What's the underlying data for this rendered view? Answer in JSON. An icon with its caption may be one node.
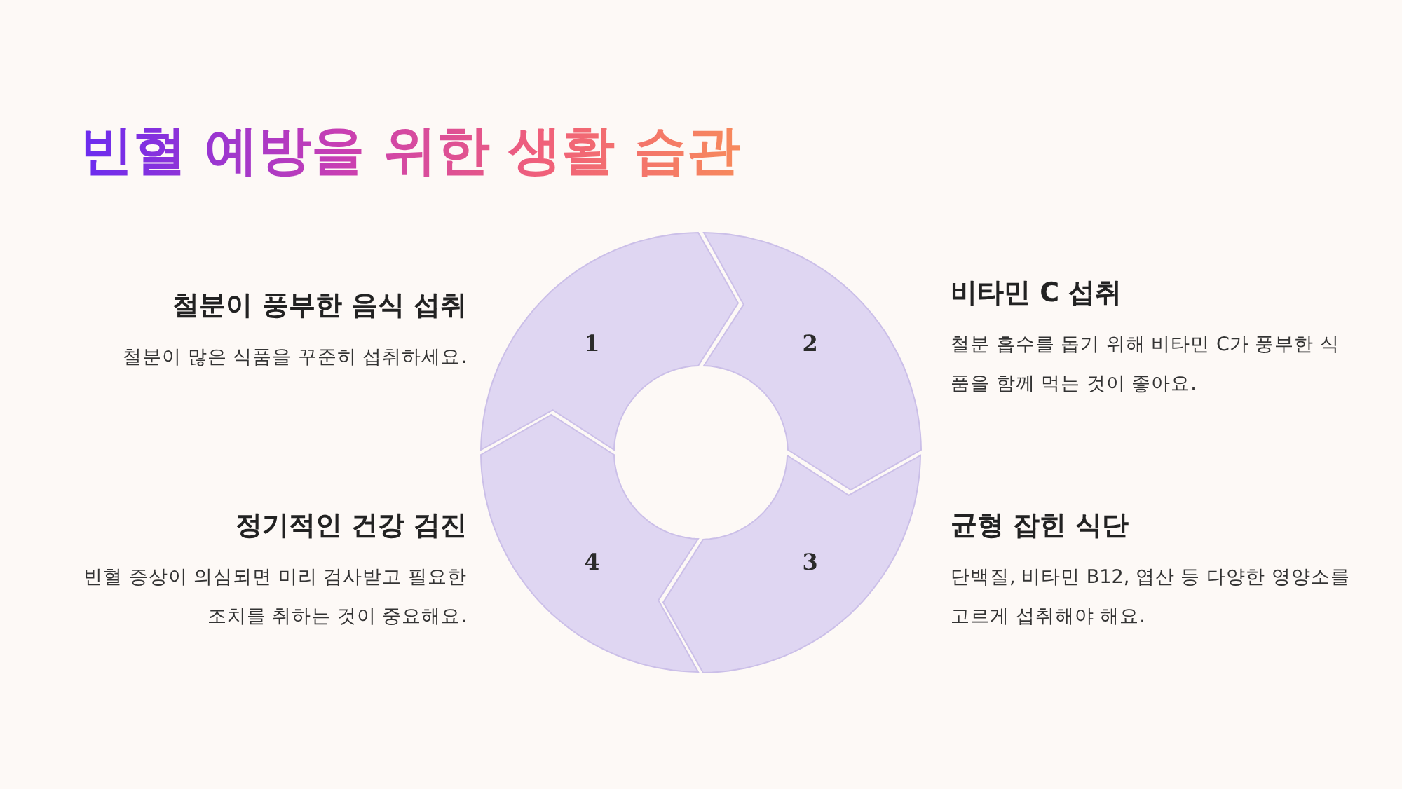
{
  "diagram": {
    "title": "빈혈 예방을 위한 생활 습관",
    "nodes": [
      {
        "text": [
          "1"
        ],
        "beside": [
          "철분이 풍부한 음식 섭취",
          "철분이 많은 식품을 꾸준히 섭취하세요."
        ]
      },
      {
        "text": [
          "2"
        ],
        "beside": [
          "비타민 C 섭취",
          "철분 흡수를 돕기 위해 비타민 C가 풍부한 식품을 함께 먹는 것이 좋아요."
        ]
      },
      {
        "text": [
          "3"
        ],
        "beside": [
          "균형 잡힌 식단",
          "단백질, 비타민 B12, 엽산 등 다양한 영양소를 고르게 섭취해야 해요."
        ]
      },
      {
        "text": [
          "4"
        ],
        "beside": [
          "정기적인 건강 검진",
          "빈혈 증상이 의심되면 미리 검사받고 필요한 조치를 취하는 것이 중요해요."
        ]
      }
    ]
  }
}
